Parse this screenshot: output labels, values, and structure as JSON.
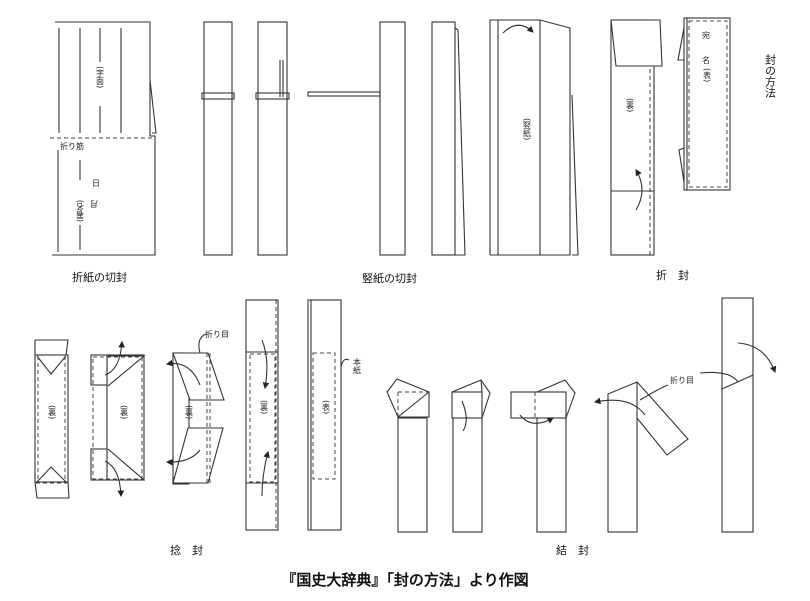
{
  "section_labels": {
    "origami_kirifu": "折紙の切封",
    "tategami_kirifu": "竪紙の切封",
    "orifu": "折　封",
    "method_title": "封の方法",
    "hinerifu": "捻　封",
    "musubifu": "結　封"
  },
  "annotations": {
    "jimen": "(字面)",
    "orisuji": "折り筋",
    "hi": "日",
    "tsuki": "月",
    "shomei": "(署名)",
    "tategami": "(竪紙)",
    "ura": "(裏)",
    "omote": "(表)",
    "atena_1": "宛",
    "atena_2": "名",
    "orime": "折り目",
    "honshi": "本紙"
  },
  "caption": "『国史大辞典』「封の方法」より作図"
}
